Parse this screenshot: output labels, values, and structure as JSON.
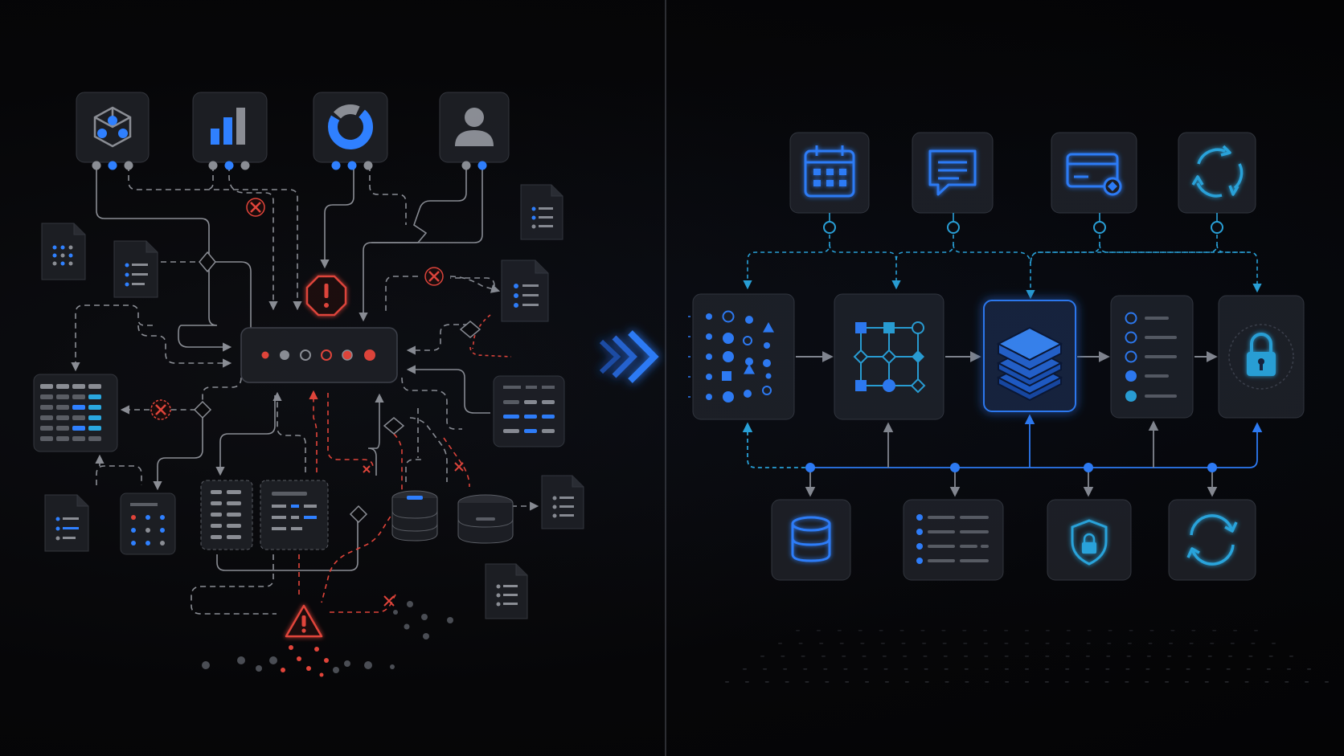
{
  "colors": {
    "background": "#060608",
    "tile": "#1c1e23",
    "tile_border": "#33363d",
    "grey_line": "#8a8d94",
    "accent_blue": "#2f80ff",
    "cyan_line": "#2aa8e0",
    "error_red": "#e0443a",
    "divider": "#3a3c42"
  },
  "left_panel": {
    "state": "chaotic",
    "source_icons": [
      "cube-network-icon",
      "bar-chart-icon",
      "donut-chart-icon",
      "user-icon"
    ],
    "hub_status_dots": 6,
    "error_markers": 4,
    "warning_icons": 2,
    "databases": 2,
    "documents": 7,
    "tables": 4
  },
  "transition": {
    "icon": "triple-chevron-right-icon"
  },
  "right_panel": {
    "state": "organized",
    "top_icons": [
      "calendar-icon",
      "chat-icon",
      "credit-card-icon",
      "refresh-cycle-icon"
    ],
    "pipeline_stages": [
      {
        "icon": "scattered-shapes-icon"
      },
      {
        "icon": "node-grid-icon"
      },
      {
        "icon": "layer-stack-icon",
        "highlighted": true
      },
      {
        "icon": "ordered-list-icon"
      },
      {
        "icon": "padlock-icon"
      }
    ],
    "bottom_icons": [
      "database-icon",
      "list-icon",
      "shield-lock-icon",
      "sync-icon"
    ]
  }
}
